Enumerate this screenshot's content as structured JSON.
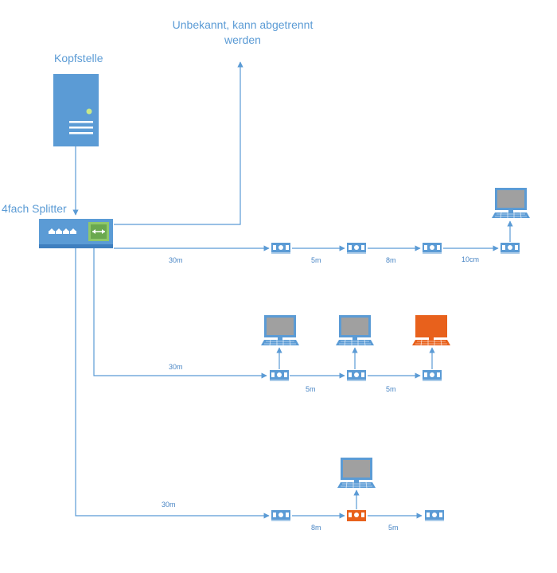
{
  "labels": {
    "kopfstelle": "Kopfstelle",
    "splitter": "4fach Splitter",
    "unknown": "Unbekannt, kann abgetrennt\nwerden"
  },
  "distances": {
    "row1": [
      "30m",
      "5m",
      "8m",
      "10cm"
    ],
    "row2": [
      "30m",
      "5m",
      "5m"
    ],
    "row3": [
      "30m",
      "8m",
      "5m"
    ]
  },
  "icons": {
    "server": "server-icon",
    "splitter": "splitter-icon",
    "outlet": "wall-outlet-icon",
    "computer": "computer-icon"
  },
  "colors": {
    "line": "#5b9bd5",
    "device": "#5b9bd5",
    "highlight": "#e8611c",
    "screen": "#a0a0a0",
    "text": "#5b9bd5"
  }
}
